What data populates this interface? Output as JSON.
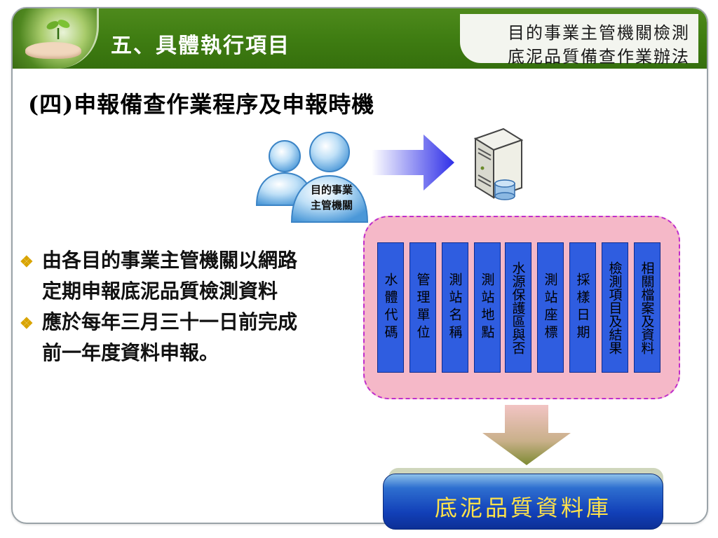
{
  "header": {
    "title": "五、具體執行項目",
    "right_line1": "目的事業主管機關檢測",
    "right_line2": "底泥品質備查作業辦法"
  },
  "subtitle": "(四)申報備查作業程序及申報時機",
  "users_label_line1": "目的事業",
  "users_label_line2": "主管機關",
  "bullets": [
    {
      "icon": "diamond-bullet-icon",
      "text_line1": "由各目的事業主管機關以網路",
      "text_line2": "定期申報底泥品質檢測資料"
    },
    {
      "icon": "diamond-bullet-icon",
      "text_line1": "應於每年三月三十一日前完成",
      "text_line2": "前一年度資料申報。"
    }
  ],
  "fields": [
    "水體代碼",
    "管理單位",
    "測站名稱",
    "測站地點",
    "水源保護區與否",
    "測站座標",
    "採樣日期",
    "檢測項目及結果",
    "相關檔案及資料"
  ],
  "database_label": "底泥品質資料庫",
  "colors": {
    "header_green": "#3f7d12",
    "field_blue": "#2f5de0",
    "panel_pink": "#f5b8c8",
    "panel_border": "#c02ecb",
    "db_text": "#ffe24a",
    "bullet_gold": "#d9a400"
  }
}
